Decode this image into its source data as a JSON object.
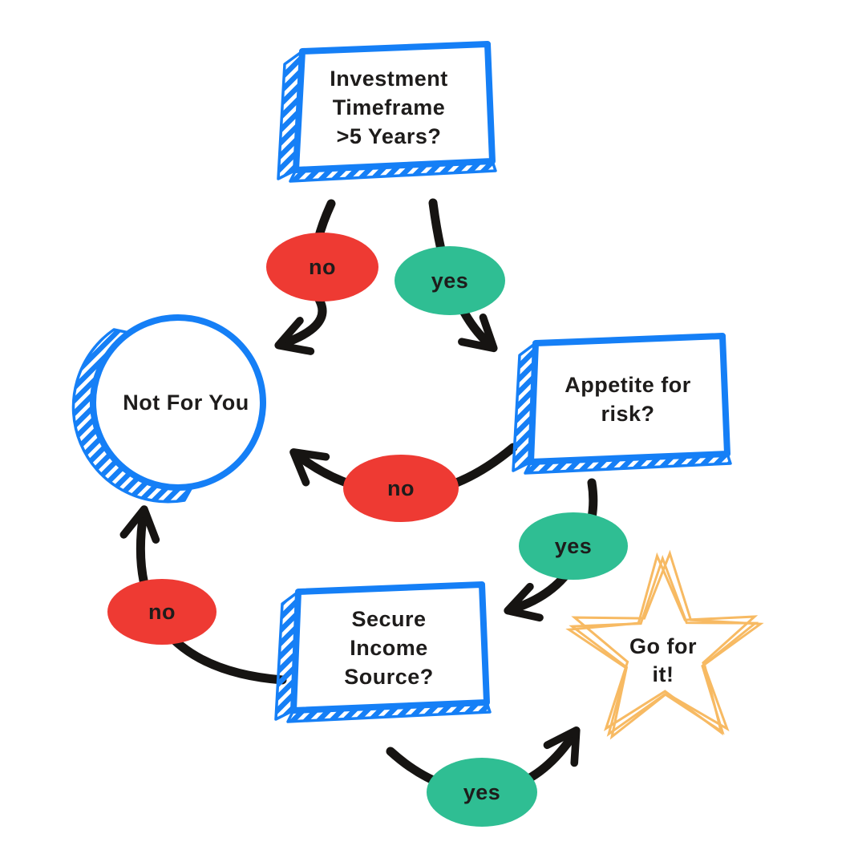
{
  "colors": {
    "blue": "#157ff6",
    "red": "#ee3a33",
    "green": "#2fbe93",
    "orange": "#f7ba63",
    "arrow": "#161412",
    "text": "#1e1c1b",
    "bg": "#ffffff"
  },
  "nodes": {
    "timeframe": {
      "lines": [
        "Investment",
        "Timeframe",
        ">5 Years?"
      ],
      "shape": "sketch-rectangle"
    },
    "not_for_you": {
      "label": "Not For You",
      "shape": "sketch-circle"
    },
    "appetite": {
      "lines": [
        "Appetite for",
        "risk?"
      ],
      "shape": "sketch-rectangle"
    },
    "secure_income": {
      "lines": [
        "Secure",
        "Income",
        "Source?"
      ],
      "shape": "sketch-rectangle"
    },
    "go_for_it": {
      "lines": [
        "Go for",
        "it!"
      ],
      "shape": "sketch-star"
    }
  },
  "edges": {
    "timeframe_no": {
      "label": "no",
      "from": "timeframe",
      "to": "not_for_you",
      "badge_color": "#ee3a33"
    },
    "timeframe_yes": {
      "label": "yes",
      "from": "timeframe",
      "to": "appetite",
      "badge_color": "#2fbe93"
    },
    "appetite_no": {
      "label": "no",
      "from": "appetite",
      "to": "not_for_you",
      "badge_color": "#ee3a33"
    },
    "appetite_yes": {
      "label": "yes",
      "from": "appetite",
      "to": "secure_income",
      "badge_color": "#2fbe93"
    },
    "secure_no": {
      "label": "no",
      "from": "secure_income",
      "to": "not_for_you",
      "badge_color": "#ee3a33"
    },
    "secure_yes": {
      "label": "yes",
      "from": "secure_income",
      "to": "go_for_it",
      "badge_color": "#2fbe93"
    }
  }
}
